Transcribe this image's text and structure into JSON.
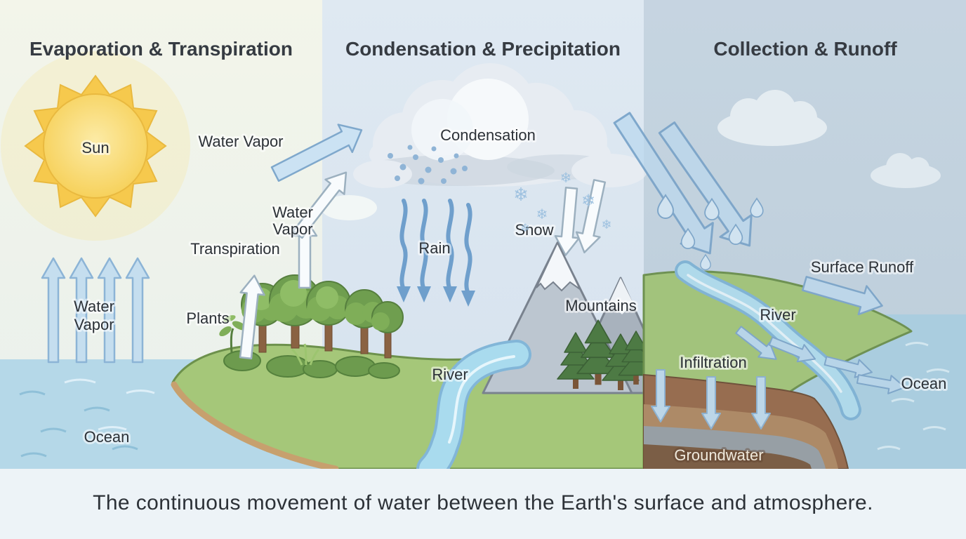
{
  "sections": {
    "left": {
      "title": "Evaporation & Transpiration"
    },
    "middle": {
      "title": "Condensation & Precipitation"
    },
    "right": {
      "title": "Collection & Runoff"
    }
  },
  "labels": {
    "sun": "Sun",
    "water_vapor_main": "Water Vapor",
    "water_vapor_line1": "Water",
    "water_vapor_line2": "Vapor",
    "transpiration": "Transpiration",
    "plants": "Plants",
    "ocean_left": "Ocean",
    "condensation": "Condensation",
    "rain": "Rain",
    "snow": "Snow",
    "mountains": "Mountains",
    "river_middle": "River",
    "surface_runoff": "Surface Runoff",
    "river_right": "River",
    "infiltration": "Infiltration",
    "ocean_right": "Ocean",
    "groundwater": "Groundwater"
  },
  "icons": {
    "snowflake": "❄"
  },
  "caption": "The continuous movement of water between the Earth's surface and atmosphere.",
  "colors": {
    "accent_blue": "#7fa8cc",
    "arrow_fill": "#c5deef",
    "water": "#b5d8e8",
    "land_green": "#a5c779",
    "soil_brown": "#9a6a49",
    "sun_yellow": "#f7d35e",
    "cloud_gray": "#e7ecf2",
    "panel_left_bg": "#f2f4ea",
    "panel_middle_bg": "#dde8f1",
    "panel_right_bg": "#cbd9e4",
    "caption_bg": "#edf3f7",
    "text": "#2c3137"
  }
}
